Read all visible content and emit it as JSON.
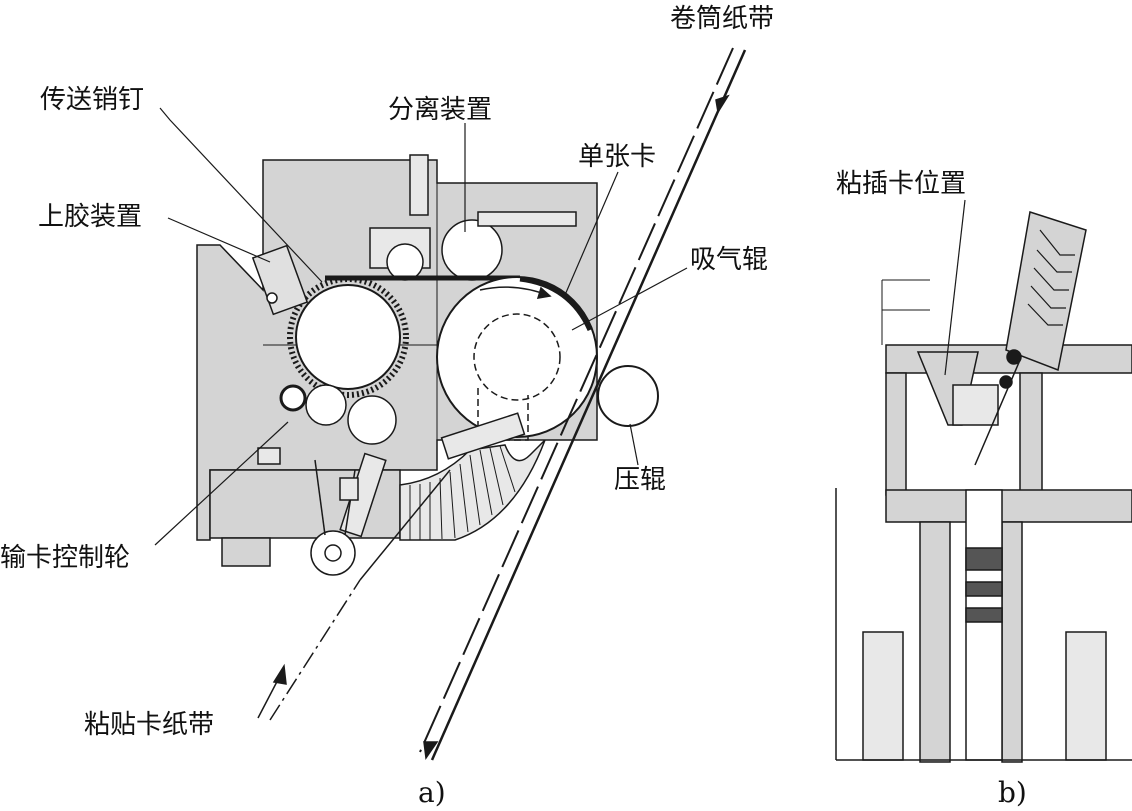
{
  "figure": {
    "panel_a": {
      "caption": "a)",
      "labels": {
        "paper_roll_strip": "卷筒纸带",
        "transfer_pin": "传送销钉",
        "separator": "分离装置",
        "single_card": "单张卡",
        "gluing_unit": "上胶装置",
        "suction_roller": "吸气辊",
        "press_roller": "压辊",
        "card_feed_control_wheel": "输卡控制轮",
        "glued_card_strip": "粘贴卡纸带"
      }
    },
    "panel_b": {
      "caption": "b)",
      "labels": {
        "card_insert_position": "粘插卡位置"
      }
    },
    "colors": {
      "fill_gray": "#d4d4d4",
      "line": "#1a1a1a",
      "background": "#ffffff"
    }
  }
}
